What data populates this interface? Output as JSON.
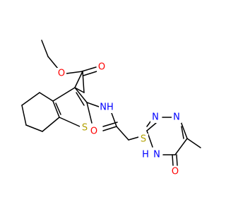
{
  "molecule": {
    "atom_labels": {
      "ester_oxygen": "O",
      "carbonyl_oxygen_ester": "O",
      "thiophene_sulfur": "S",
      "amide_nitrogen": "NH",
      "amide_oxygen": "O",
      "thioether_sulfur": "S",
      "triazine_n1": "N",
      "triazine_n2": "N",
      "triazine_nh": "N",
      "triazine_h": "H",
      "triazinone_oxygen": "O"
    },
    "colors": {
      "bond": "#000000",
      "oxygen": "#ff0000",
      "nitrogen": "#0000ff",
      "sulfur": "#b2a100"
    }
  }
}
